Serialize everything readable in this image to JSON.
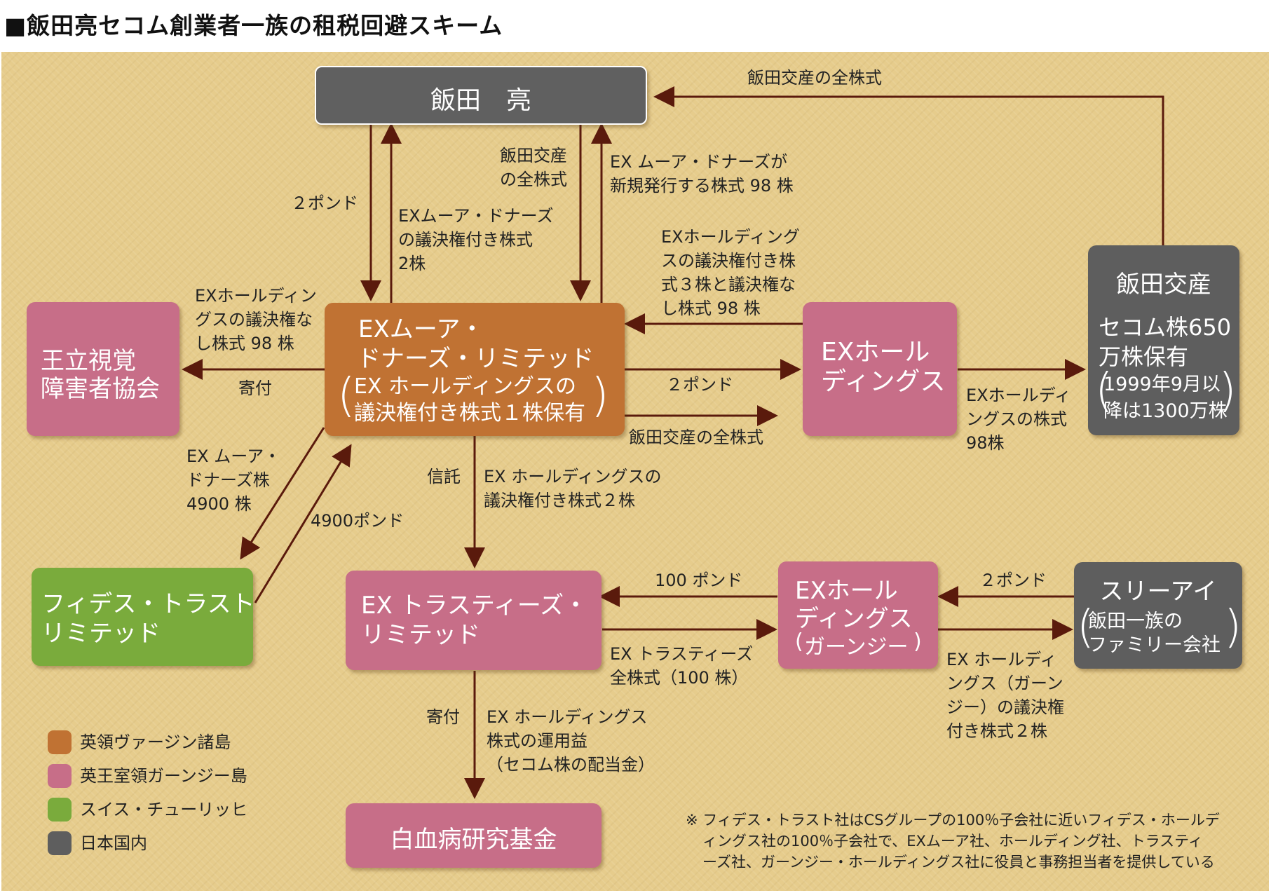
{
  "title": "■飯田亮セコム創業者一族の租税回避スキーム",
  "boxes": {
    "iida_ryo": "飯田　亮",
    "moore": {
      "l1": "EXムーア・",
      "l2": "ドナーズ・リミテッド",
      "l3": "EX ホールディングスの",
      "l4": "議決権付き株式１株保有"
    },
    "ouritsu": {
      "l1": "王立視覚",
      "l2": "障害者協会"
    },
    "exhold": {
      "l1": "EXホール",
      "l2": "ディングス"
    },
    "iida_kosan": {
      "l1": "飯田交産",
      "l2": "セコム株650",
      "l3": "万株保有",
      "l4": "1999年9月以",
      "l5": "降は1300万株"
    },
    "fides": {
      "l1": "フィデス・トラスト・",
      "l2": "リミテッド"
    },
    "trustees": {
      "l1": "EX トラスティーズ・",
      "l2": "リミテッド"
    },
    "exhold_g": {
      "l1": "EXホール",
      "l2": "ディングス",
      "l3": "ガーンジー"
    },
    "threei": {
      "l1": "スリーアイ",
      "l2": "飯田一族の",
      "l3": "ファミリー会社"
    },
    "hakketsu": "白血病研究基金"
  },
  "labels": {
    "kosan_all_top": "飯田交産の全株式",
    "two_pond_left": "２ポンド",
    "moore_voting2": [
      "EXムーア・ドナーズ",
      "の議決権付き株式",
      "2株"
    ],
    "kosan_all_mid": [
      "飯田交産",
      "の全株式"
    ],
    "moore_new98": [
      "EX ムーア・ドナーズが",
      "新規発行する株式 98 株"
    ],
    "exhold_98": [
      "EXホールディング",
      "スの議決権付き株",
      "式３株と議決権な",
      "し株式 98 株"
    ],
    "exhold_98_left": [
      "EXホールディン",
      "グスの議決権な",
      "し株式 98 株"
    ],
    "kifu_left": "寄付",
    "two_pond_mid": "２ポンド",
    "kosan_all_low": "飯田交産の全株式",
    "exhold_98_right": [
      "EXホールディ",
      "ングスの株式",
      "98株"
    ],
    "moore_4900": [
      "EX ムーア・",
      "ドナーズ株",
      "4900 株"
    ],
    "pond_4900": "4900ポンド",
    "shintaku": "信託",
    "exhold_voting2": [
      "EX ホールディングスの",
      "議決権付き株式２株"
    ],
    "pond_100": "100 ポンド",
    "pond_2_right": "２ポンド",
    "trustees_all": [
      "EX トラスティーズ",
      "全株式（100 株）"
    ],
    "exhold_g_voting": [
      "EX ホールディ",
      "ングス（ガーン",
      "ジー）の議決権",
      "付き株式２株"
    ],
    "kifu_bottom": "寄付",
    "unyoueki": [
      "EX ホールディングス",
      "株式の運用益",
      "（セコム株の配当金）"
    ]
  },
  "legend": [
    {
      "label": "英領ヴァージン諸島",
      "color": "#c07233"
    },
    {
      "label": "英王室領ガーンジー島",
      "color": "#c76e88"
    },
    {
      "label": "スイス・チューリッヒ",
      "color": "#7aab3c"
    },
    {
      "label": "日本国内",
      "color": "#5e5e5e"
    }
  ],
  "note": [
    "※ フィデス・トラスト社はCSグループの100％子会社に近いフィデス・ホールデ",
    "ィングス社の100％子会社で、EXムーア社、ホールディング社、トラスティ",
    "ーズ社、ガーンジー・ホールディングス社に役員と事務担当者を提供している"
  ]
}
